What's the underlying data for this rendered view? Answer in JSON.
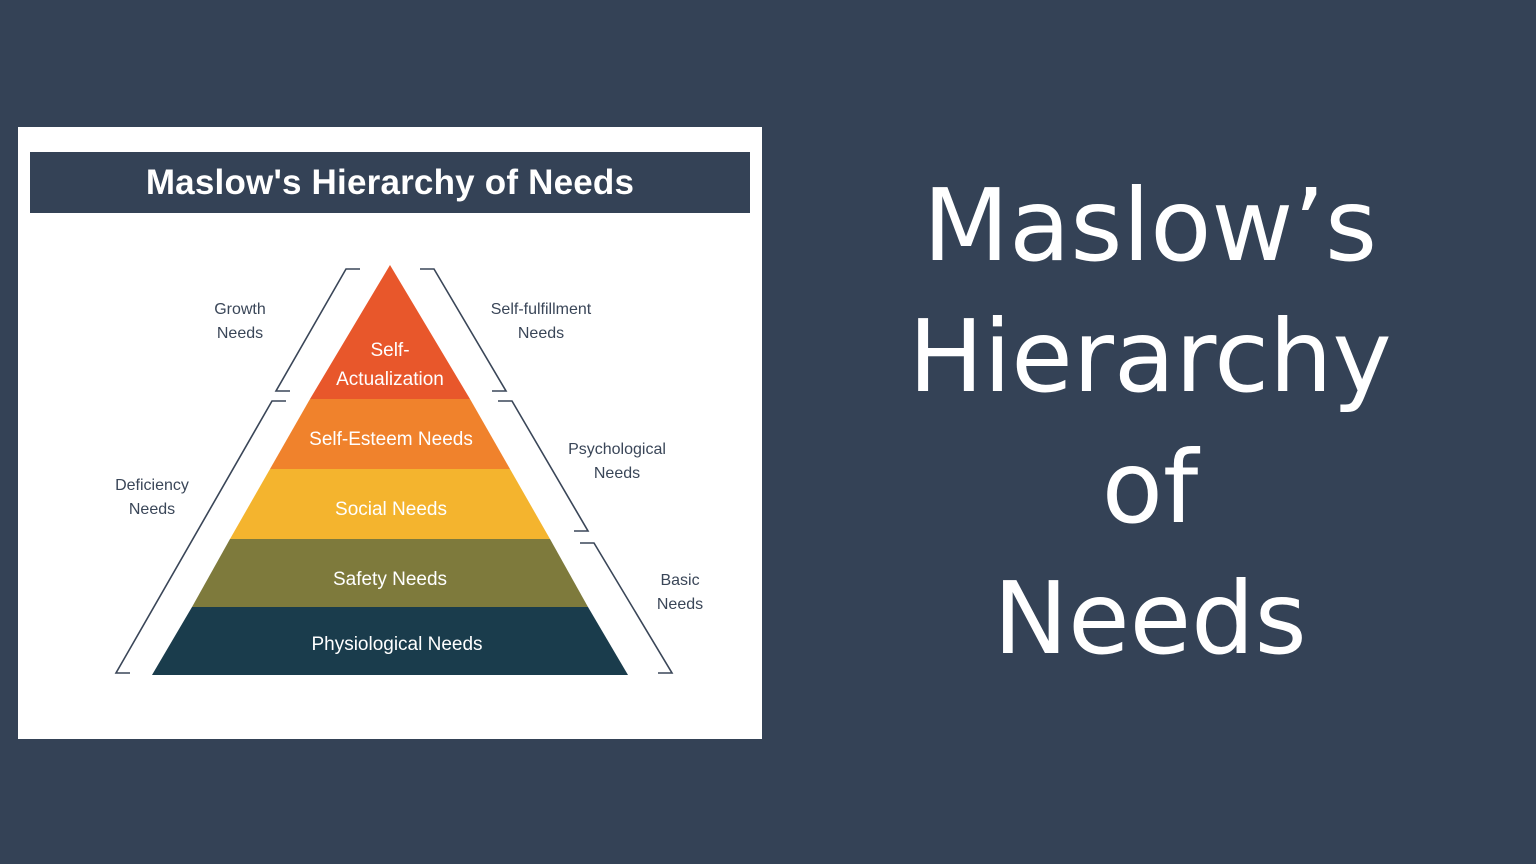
{
  "slide": {
    "title_lines": [
      "Maslow’s",
      "Hierarchy",
      "of",
      "Needs"
    ],
    "colors": {
      "background": "#344256",
      "figure_background": "#ffffff",
      "title_bar": "#344256"
    }
  },
  "figure": {
    "title": "Maslow's Hierarchy of Needs",
    "tiers": [
      {
        "lines": [
          "Self-",
          "Actualization"
        ],
        "color": "#e8572b"
      },
      {
        "lines": [
          "Self-Esteem Needs"
        ],
        "color": "#f0822c"
      },
      {
        "lines": [
          "Social Needs"
        ],
        "color": "#f4b42e"
      },
      {
        "lines": [
          "Safety Needs"
        ],
        "color": "#7e7a3c"
      },
      {
        "lines": [
          "Physiological Needs"
        ],
        "color": "#1a3c4c"
      }
    ],
    "groups": {
      "growth": [
        "Growth",
        "Needs"
      ],
      "self_fulfillment": [
        "Self-fulfillment",
        "Needs"
      ],
      "deficiency": [
        "Deficiency",
        "Needs"
      ],
      "psychological": [
        "Psychological",
        "Needs"
      ],
      "basic": [
        "Basic",
        "Needs"
      ]
    }
  }
}
